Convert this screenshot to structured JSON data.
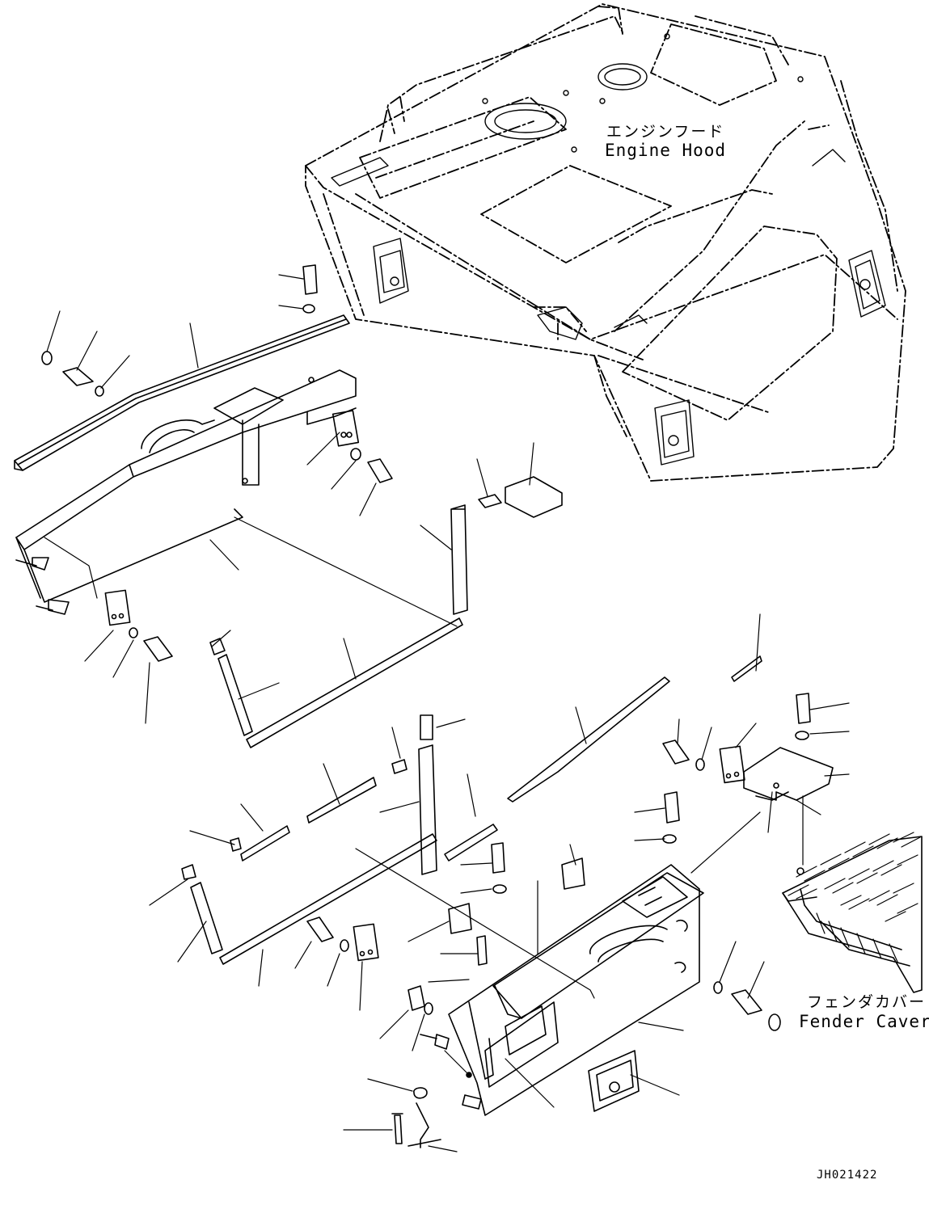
{
  "labels": {
    "engine_hood_jp": "エンジンフード",
    "engine_hood_en": "Engine Hood",
    "fender_cover_jp": "フェンダカバー",
    "fender_cover_en": "Fender Caver",
    "drawing_code": "JH021422"
  }
}
